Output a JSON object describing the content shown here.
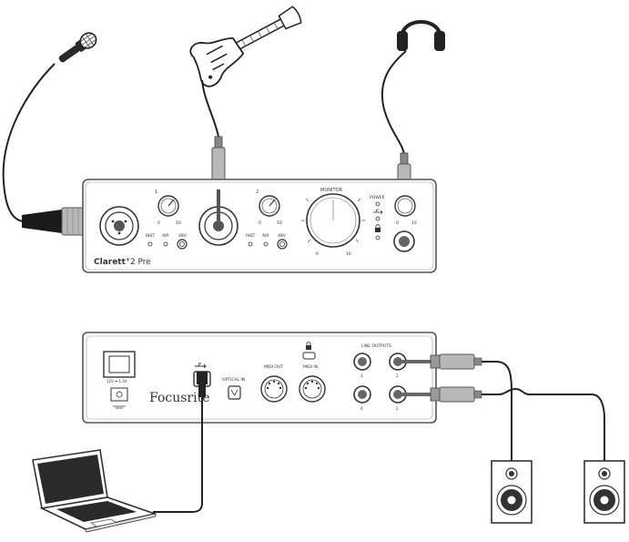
{
  "front_panel": {
    "model_name": "Clarett",
    "model_plus": "+",
    "model_suffix": "2 Pre",
    "monitor_label": "MONITOR",
    "power_label": "POWER",
    "ch1_number": "1",
    "ch2_number": "2",
    "gain_min": "0",
    "gain_max": "10",
    "monitor_min": "0",
    "monitor_max": "10",
    "inst_label": "INST",
    "air_label": "AIR",
    "phantom_label": "48V"
  },
  "rear_panel": {
    "brand": "Focusrite",
    "dc_label": "12V ⎓ 1.5A",
    "optical_label": "OPTICAL IN",
    "midi_out_label": "MIDI OUT",
    "midi_in_label": "MIDI IN",
    "line_outputs_label": "LINE OUTPUTS",
    "out_1": "1",
    "out_2": "2",
    "out_3": "3",
    "out_4": "4"
  },
  "colors": {
    "line": "#222222",
    "panel_stroke": "#555555",
    "plug_fill": "#b8b8b8",
    "laptop_screen": "#2a2a2a"
  },
  "icons": [
    "microphone-icon",
    "electric-guitar-icon",
    "headphones-icon",
    "laptop-icon",
    "speaker-icon",
    "usb-icon",
    "lock-icon"
  ]
}
